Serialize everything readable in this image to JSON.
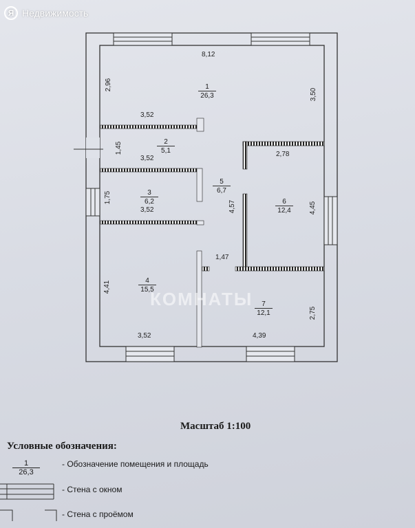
{
  "brand": {
    "logo": "Я",
    "name": "Недвижимость"
  },
  "watermark": "КОМНАТЫ",
  "rooms": [
    {
      "num": "1",
      "area": "26,3"
    },
    {
      "num": "2",
      "area": "5,1"
    },
    {
      "num": "3",
      "area": "6,2"
    },
    {
      "num": "4",
      "area": "15,5"
    },
    {
      "num": "5",
      "area": "6,7"
    },
    {
      "num": "6",
      "area": "12,4"
    },
    {
      "num": "7",
      "area": "12,1"
    }
  ],
  "dims": {
    "top": "8,12",
    "r1_left": "2,96",
    "r1_right": "3,50",
    "r1_bottom": "3,52",
    "r2_left": "1,45",
    "r2_bottom": "3,52",
    "r3_left": "1,75",
    "r3_bottom": "3,52",
    "r4_left": "4,41",
    "r4_bottom": "3,52",
    "r5_left": "4,57",
    "r5_door": "1,47",
    "r6_top": "2,78",
    "r6_right": "4,45",
    "r7_right": "2,75",
    "r7_bottom": "4,39"
  },
  "scale": "Масштаб 1:100",
  "legend": {
    "title": "Условные обозначения:",
    "sample_num": "1",
    "sample_area": "26,3",
    "items": [
      "- Обозначение помещения и площадь",
      "- Стена с окном",
      "- Стена с проёмом"
    ]
  }
}
